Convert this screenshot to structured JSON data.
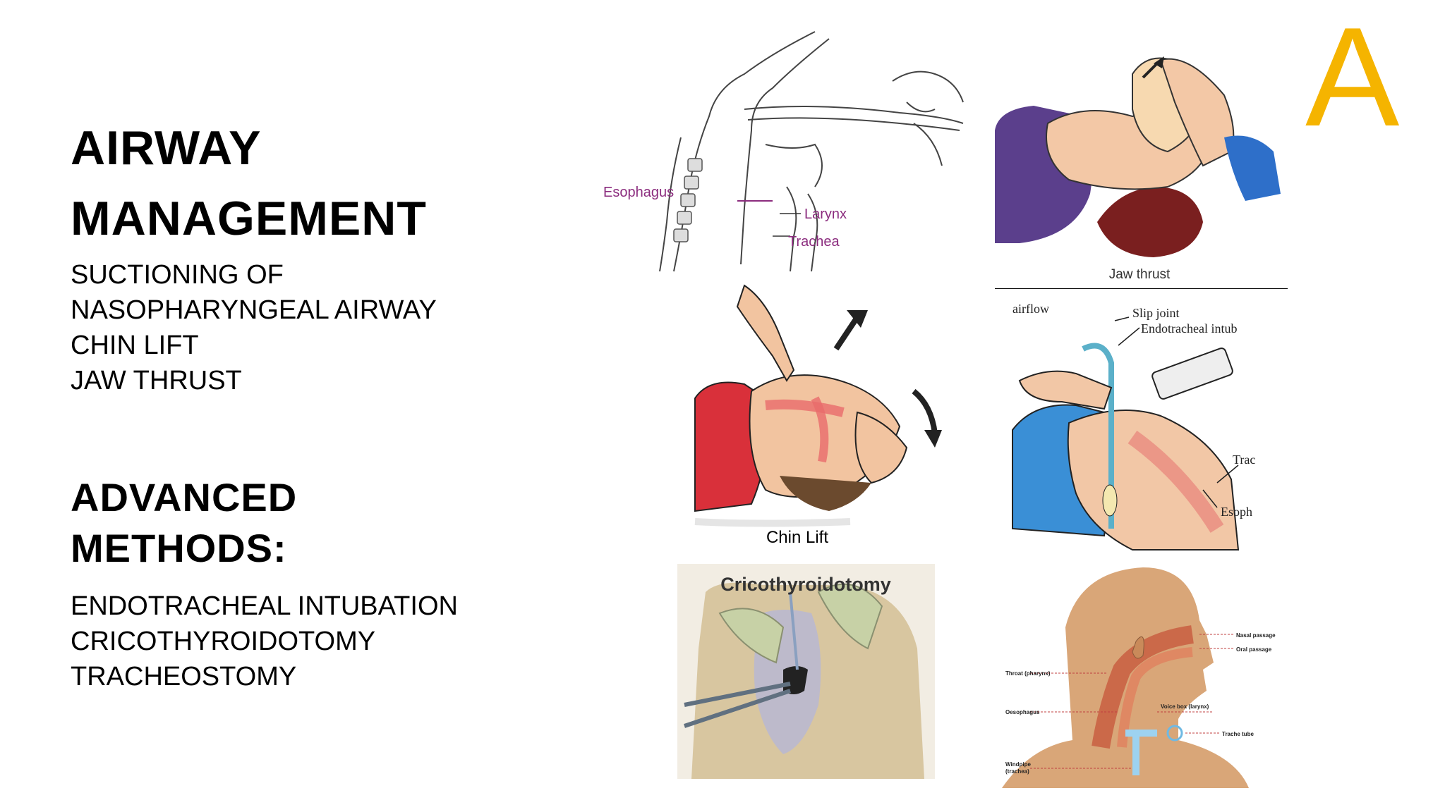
{
  "badge": "A",
  "heading1": {
    "line1": "AIRWAY",
    "line2": "MANAGEMENT"
  },
  "basic_items": [
    "SUCTIONING OF",
    "NASOPHARYNGEAL AIRWAY",
    "CHIN LIFT",
    "JAW THRUST"
  ],
  "heading2": {
    "line1": "ADVANCED",
    "line2": "METHODS:"
  },
  "advanced_items": [
    "ENDOTRACHEAL INTUBATION",
    "CRICOTHYROIDOTOMY",
    "TRACHEOSTOMY"
  ],
  "images": {
    "suction": {
      "label_esophagus": "Esophagus",
      "label_larynx": "Larynx",
      "label_trachea": "Trachea"
    },
    "jaw_thrust": {
      "caption": "Jaw thrust"
    },
    "chin_lift": {
      "caption": "Chin Lift"
    },
    "intubation": {
      "label_airflow": "airflow",
      "label_slip_joint": "Slip joint",
      "label_endotracheal": "Endotracheal intub",
      "label_trachea": "Trac",
      "label_esophagus": "Esoph"
    },
    "cricothyroidotomy": {
      "title": "Cricothyroidotomy"
    },
    "tracheostomy": {
      "label_nasal": "Nasal passage",
      "label_oral": "Oral passage",
      "label_throat": "Throat (pharynx)",
      "label_oesophagus": "Oesophagus",
      "label_voice": "Voice box (larynx)",
      "label_tube": "Trache tube",
      "label_windpipe": "Windpipe",
      "label_trachea": "(trachea)"
    }
  },
  "colors": {
    "badge": "#F5B400",
    "magenta_label": "#8B2C7E"
  }
}
